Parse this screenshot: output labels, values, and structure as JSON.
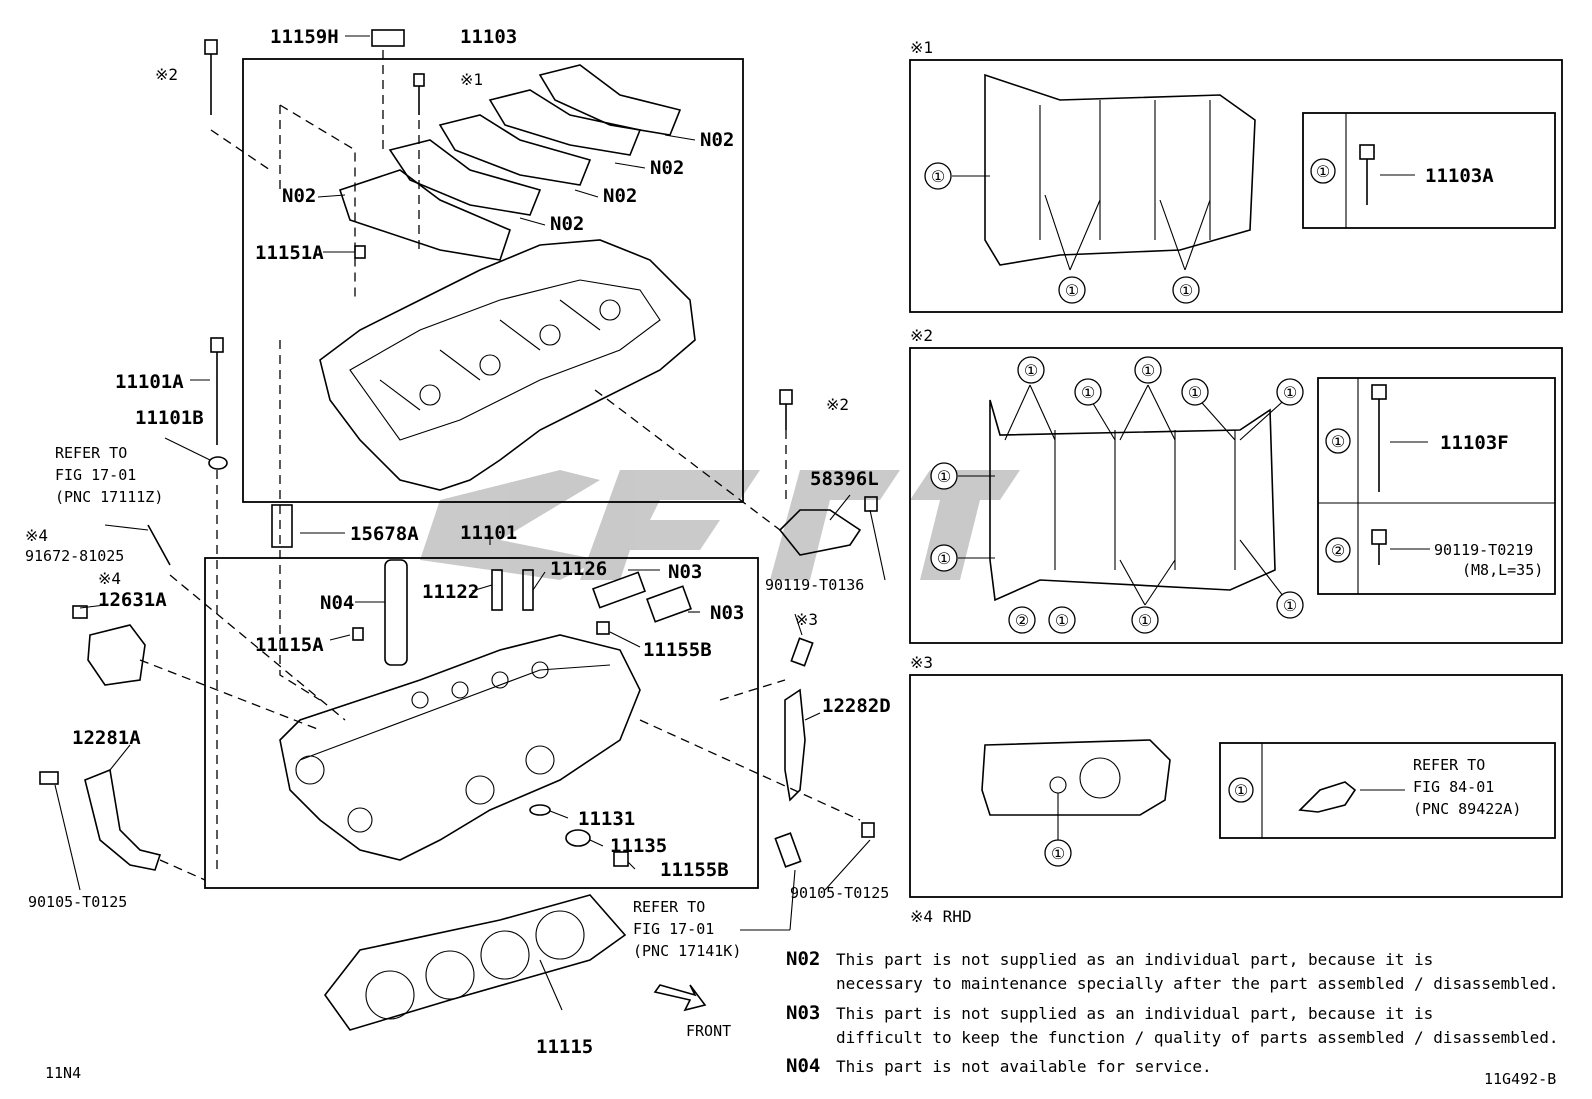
{
  "parts": {
    "p11159H": "11159H",
    "p11103": "11103",
    "p11151A": "11151A",
    "p11101A": "11101A",
    "p11101B": "11101B",
    "p15678A": "15678A",
    "p11101": "11101",
    "p11122": "11122",
    "p11126": "11126",
    "p11115A": "11115A",
    "p11155B_1": "11155B",
    "p11155B_2": "11155B",
    "p11131": "11131",
    "p11135": "11135",
    "p11115": "11115",
    "p12631A": "12631A",
    "p12281A": "12281A",
    "p90105_left": "90105-T0125",
    "p90105_right": "90105-T0125",
    "p91672": "91672-81025",
    "p58396L": "58396L",
    "p90119_T0136": "90119-T0136",
    "p12282D": "12282D",
    "n02_a": "N02",
    "n02_b": "N02",
    "n02_c": "N02",
    "n02_d": "N02",
    "n02_e": "N02",
    "n03_a": "N03",
    "n03_b": "N03",
    "n04": "N04"
  },
  "marks": {
    "m1_bolt": "※1",
    "m2_bolt": "※2",
    "m2_right": "※2",
    "m3": "※3",
    "m4_a": "※4",
    "m4_b": "※4"
  },
  "refs": {
    "ref_left": {
      "l1": "REFER TO",
      "l2": "FIG 17-01",
      "l3": "(PNC 17111Z)"
    },
    "ref_bottom": {
      "l1": "REFER TO",
      "l2": "FIG 17-01",
      "l3": "(PNC 17141K)"
    }
  },
  "front_label": "FRONT",
  "panels": {
    "p1": {
      "mark": "※1",
      "circle": "①",
      "part": "11103A"
    },
    "p2": {
      "mark": "※2",
      "c1": "①",
      "c2": "②",
      "part1": "11103F",
      "part2": "90119-T0219",
      "part2_note": "(M8,L=35)"
    },
    "p3": {
      "mark": "※3",
      "circle": "①",
      "ref1": "REFER TO",
      "ref2": "FIG 84-01",
      "ref3": "(PNC 89422A)"
    },
    "rhd": "※4 RHD"
  },
  "notes": [
    {
      "code": "N02",
      "line1": "This part is not supplied as an individual part, because it is",
      "line2": "necessary to maintenance specially after the part assembled / disassembled."
    },
    {
      "code": "N03",
      "line1": "This part is not supplied as an individual part, because it is",
      "line2": "difficult to keep the function / quality of parts assembled / disassembled."
    },
    {
      "code": "N04",
      "line1": "This part is not available for service.",
      "line2": ""
    }
  ],
  "footer": {
    "left": "11N4",
    "right": "11G492-B"
  }
}
